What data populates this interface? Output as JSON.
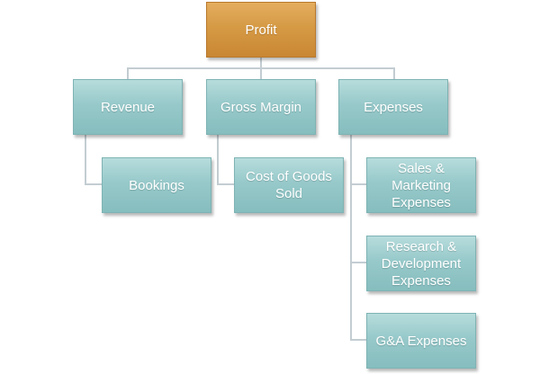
{
  "root": {
    "label": "Profit"
  },
  "level1": [
    {
      "label": "Revenue",
      "children": [
        {
          "label": "Bookings"
        }
      ]
    },
    {
      "label": "Gross Margin",
      "children": [
        {
          "label": "Cost of Goods\nSold"
        }
      ]
    },
    {
      "label": "Expenses",
      "children": [
        {
          "label": "Sales &\nMarketing\nExpenses"
        },
        {
          "label": "Research &\nDevelopment\nExpenses"
        },
        {
          "label": "G&A Expenses"
        }
      ]
    }
  ],
  "colors": {
    "root_fill": "#d69a45",
    "node_fill": "#97c9ca",
    "connector": "#c3cdd2",
    "text": "#ffffff"
  }
}
